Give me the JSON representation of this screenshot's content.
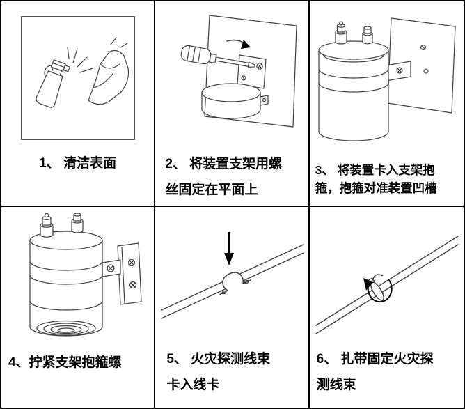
{
  "document": {
    "title": "device-installation-steps",
    "background_color": "#ffffff",
    "border_color": "#000000",
    "text_color": "#000000"
  },
  "panels": [
    {
      "step": 1,
      "illustration": "spray-bottle-and-cleaning-cloth",
      "caption_lines": [
        "1、 清洁表面"
      ]
    },
    {
      "step": 2,
      "illustration": "screwdriver-fixing-bracket-on-wall",
      "caption_lines": [
        "2、 将装置支架用螺",
        "丝固定在平面上"
      ]
    },
    {
      "step": 3,
      "illustration": "device-clipped-into-bracket-on-wall",
      "caption_lines": [
        "3、 将装置卡入支架抱",
        "箍，抱箍对准装置凹槽"
      ]
    },
    {
      "step": 4,
      "illustration": "device-mounted-with-bracket-clamp",
      "caption_lines": [
        "4、拧紧支架抱箍螺"
      ]
    },
    {
      "step": 5,
      "illustration": "wire-harness-clip-with-down-arrow",
      "caption_lines": [
        "5、 火灾探测线束",
        "卡入线卡"
      ]
    },
    {
      "step": 6,
      "illustration": "cable-tie-on-wire-harness",
      "caption_lines": [
        "6、 扎带固定火灾探",
        "测线束"
      ]
    }
  ]
}
